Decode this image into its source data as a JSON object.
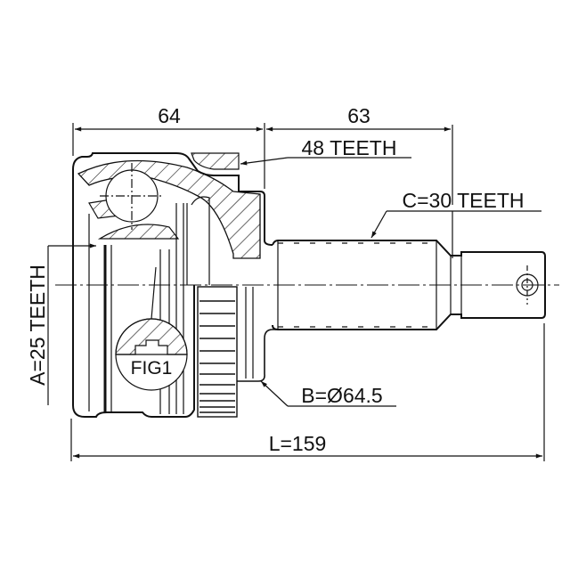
{
  "drawing": {
    "title": "CV joint outer technical drawing",
    "colors": {
      "line": "#111111",
      "background": "#ffffff"
    }
  },
  "dimensions": {
    "housing_length": "64",
    "stem_length": "63",
    "total_length": "L=159"
  },
  "labels": {
    "outer_teeth": "48 TEETH",
    "shaft_teeth": "C=30 TEETH",
    "inner_teeth": "A=25 TEETH",
    "abs_ring_diameter": "B=Ø64.5",
    "figure": "FIG1"
  }
}
